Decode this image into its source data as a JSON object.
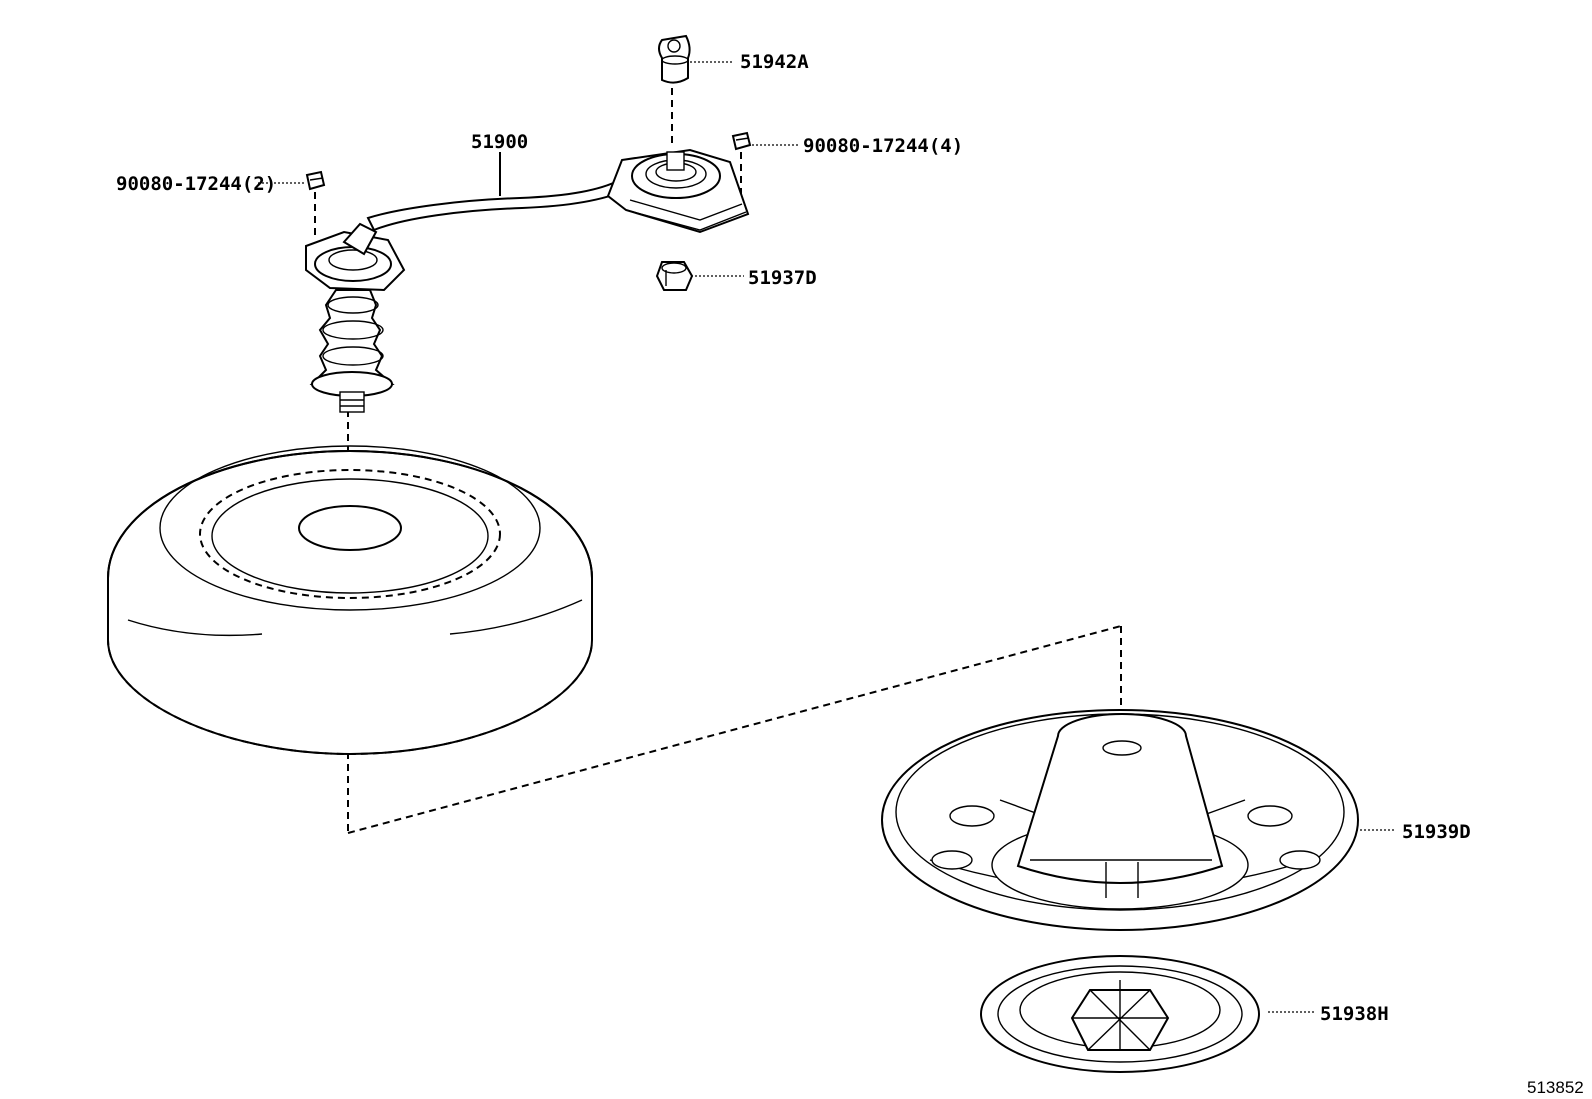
{
  "diagram_code": "513852",
  "parts": {
    "hook": "51942A",
    "nut_4": "90080-17244(4)",
    "carrier": "51900",
    "nut_2": "90080-17244(2)",
    "cap": "51937D",
    "spacer": "51939D",
    "plate": "51938H"
  }
}
